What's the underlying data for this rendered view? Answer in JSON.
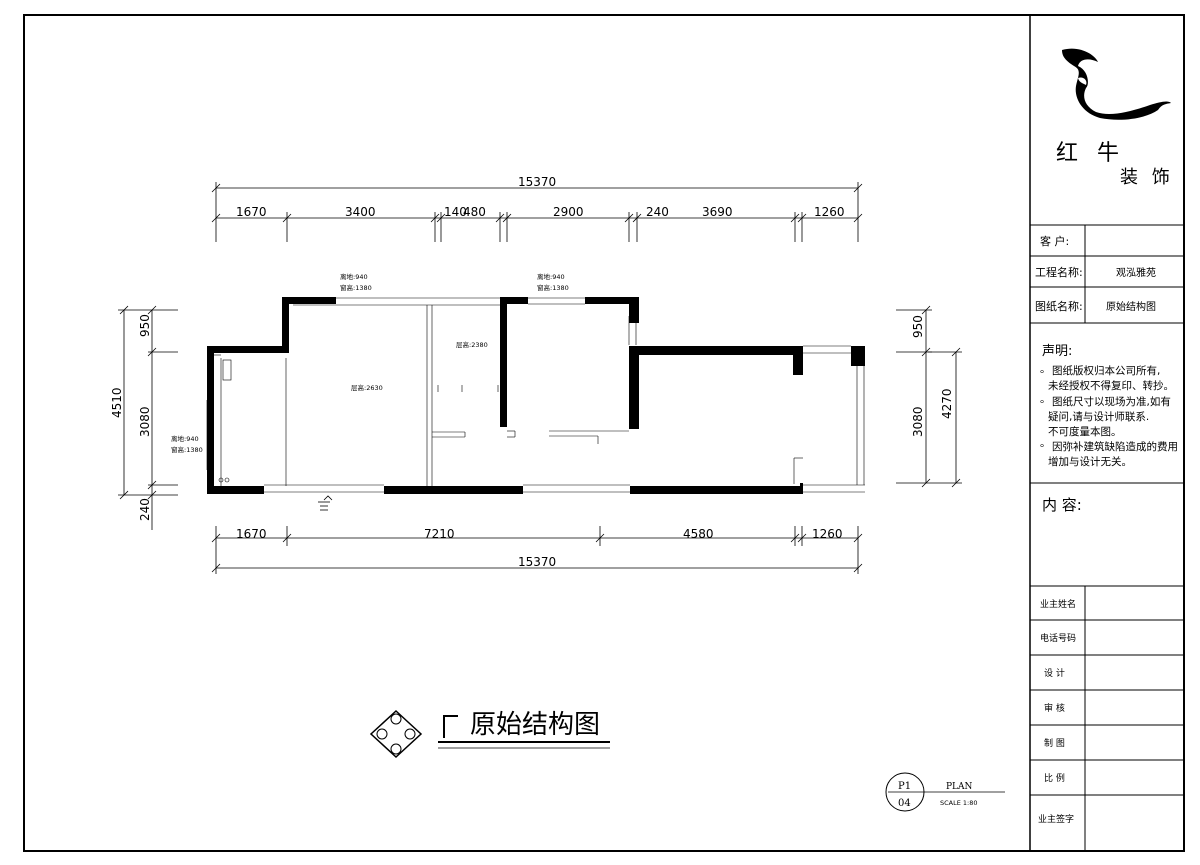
{
  "brand": {
    "name_line1": "红 牛",
    "name_line2": "装 饰"
  },
  "title_block": {
    "client_label": "客    户:",
    "client_value": "",
    "project_label": "工程名称:",
    "project_value": "观泓雅苑",
    "drawing_label": "图纸名称:",
    "drawing_value": "原始结构图",
    "statement_title": "声明:",
    "statement_items": [
      {
        "line1": "图纸版权归本公司所有,",
        "line2": "未经授权不得复印、转抄。",
        "line3": ""
      },
      {
        "line1": "图纸尺寸以现场为准,如有",
        "line2": "疑问,请与设计师联系.",
        "line3": "不可度量本图。"
      },
      {
        "line1": "因弥补建筑缺陷造成的费用",
        "line2": "增加与设计无关。",
        "line3": ""
      }
    ],
    "content_label": "内  容:",
    "rows": [
      {
        "label": "业主姓名"
      },
      {
        "label": "电话号码"
      },
      {
        "label": "设    计"
      },
      {
        "label": "审    核"
      },
      {
        "label": "制    图"
      },
      {
        "label": "比    例"
      },
      {
        "label": "业主签字"
      }
    ]
  },
  "plan": {
    "top_total": "15370",
    "top_segments": [
      "1670",
      "3400",
      "140",
      "480",
      "2900",
      "240",
      "3690",
      "1260"
    ],
    "bottom_segments": [
      "1670",
      "7210",
      "4580",
      "1260"
    ],
    "bottom_total": "15370",
    "left_total": "4510",
    "left_segments": [
      "950",
      "3080",
      "240"
    ],
    "right_total": "4270",
    "right_segments": [
      "950",
      "3080"
    ],
    "window_notes": [
      {
        "l1": "离地:940",
        "l2": "窗高:1380"
      },
      {
        "l1": "离地:940",
        "l2": "窗高:1380"
      },
      {
        "l1": "离地:940",
        "l2": "窗高:1380"
      }
    ],
    "ceiling_notes": [
      "层高:2630",
      "层高:2380"
    ]
  },
  "drawing_title": "原始结构图",
  "stamp": {
    "sheet_top": "P1",
    "sheet_bottom": "04",
    "plan": "PLAN",
    "scale": "SCALE 1:80"
  }
}
